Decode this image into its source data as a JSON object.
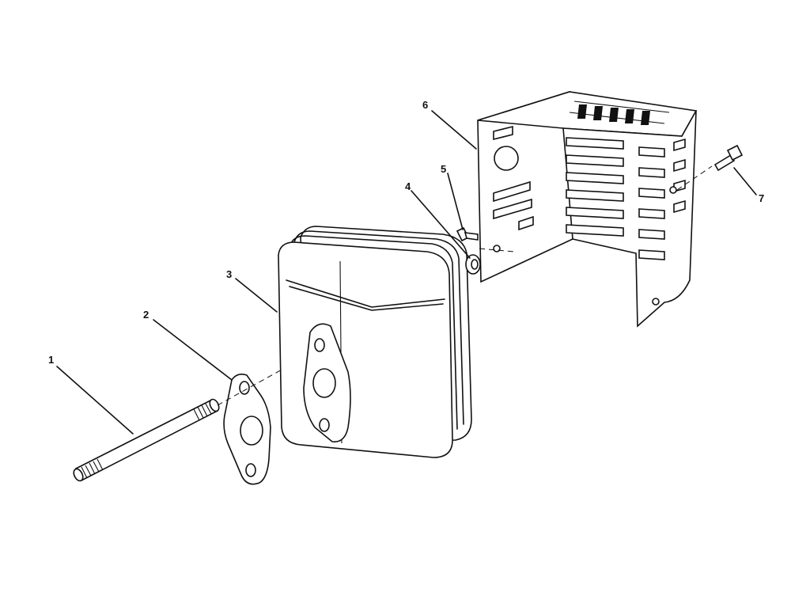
{
  "diagram": {
    "callouts": [
      {
        "id": "1",
        "part": "stud"
      },
      {
        "id": "2",
        "part": "gasket"
      },
      {
        "id": "3",
        "part": "muffler"
      },
      {
        "id": "4",
        "part": "washer"
      },
      {
        "id": "5",
        "part": "bolt"
      },
      {
        "id": "6",
        "part": "muffler-guard"
      },
      {
        "id": "7",
        "part": "bolt"
      }
    ],
    "colors": {
      "line": "#111111",
      "background": "#ffffff"
    }
  }
}
